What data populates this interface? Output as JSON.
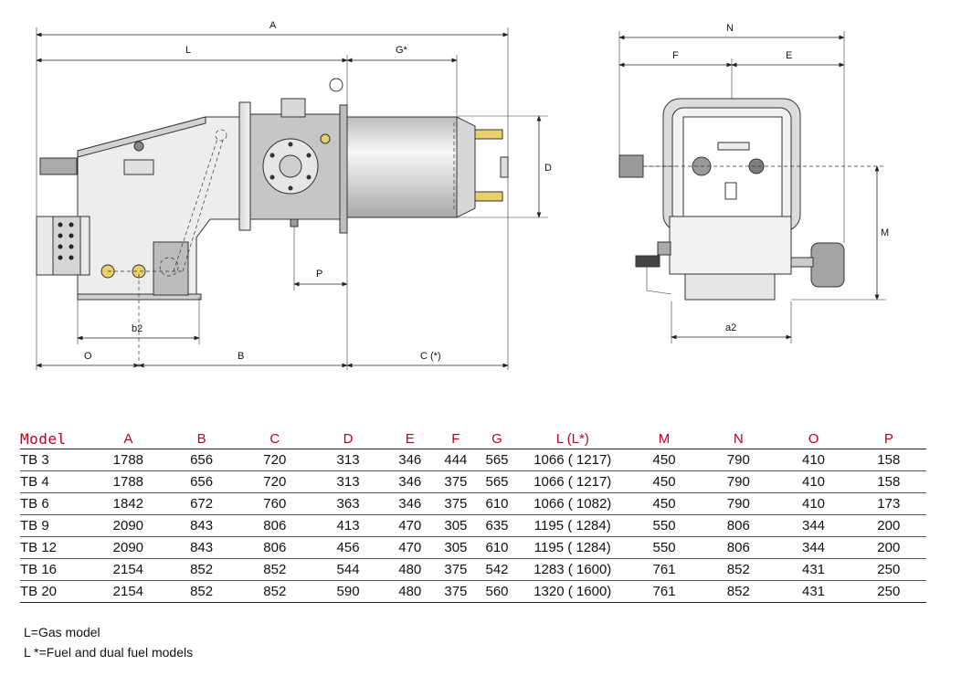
{
  "diagram": {
    "labels": {
      "A": "A",
      "L": "L",
      "G": "G*",
      "D": "D",
      "P": "P",
      "b2": "b2",
      "O": "O",
      "B": "B",
      "C": "C (*)",
      "N": "N",
      "F": "F",
      "E": "E",
      "M": "M",
      "a2": "a2"
    },
    "colors": {
      "body": "#ececec",
      "shade": "#c9c9c9",
      "accent": "#e4c55a",
      "outline": "#333333"
    }
  },
  "table": {
    "headers": [
      "Model",
      "A",
      "B",
      "C",
      "D",
      "E",
      "F",
      "G",
      "L (L*)",
      "M",
      "N",
      "O",
      "P"
    ],
    "rows": [
      [
        "TB 3",
        "1788",
        "656",
        "720",
        "313",
        "346",
        "444",
        "565",
        "1066  ( 1217)",
        "450",
        "790",
        "410",
        "158"
      ],
      [
        "TB 4",
        "1788",
        "656",
        "720",
        "313",
        "346",
        "375",
        "565",
        "1066  ( 1217)",
        "450",
        "790",
        "410",
        "158"
      ],
      [
        "TB 6",
        "1842",
        "672",
        "760",
        "363",
        "346",
        "375",
        "610",
        "1066  ( 1082)",
        "450",
        "790",
        "410",
        "173"
      ],
      [
        "TB 9",
        "2090",
        "843",
        "806",
        "413",
        "470",
        "305",
        "635",
        "1195  ( 1284)",
        "550",
        "806",
        "344",
        "200"
      ],
      [
        "TB 12",
        "2090",
        "843",
        "806",
        "456",
        "470",
        "305",
        "610",
        "1195  ( 1284)",
        "550",
        "806",
        "344",
        "200"
      ],
      [
        "TB 16",
        "2154",
        "852",
        "852",
        "544",
        "480",
        "375",
        "542",
        "1283  ( 1600)",
        "761",
        "852",
        "431",
        "250"
      ],
      [
        "TB 20",
        "2154",
        "852",
        "852",
        "590",
        "480",
        "375",
        "560",
        "1320  ( 1600)",
        "761",
        "852",
        "431",
        "250"
      ]
    ]
  },
  "notes": {
    "gas": "L=Gas model",
    "fuel": "L *=Fuel and dual fuel models"
  }
}
